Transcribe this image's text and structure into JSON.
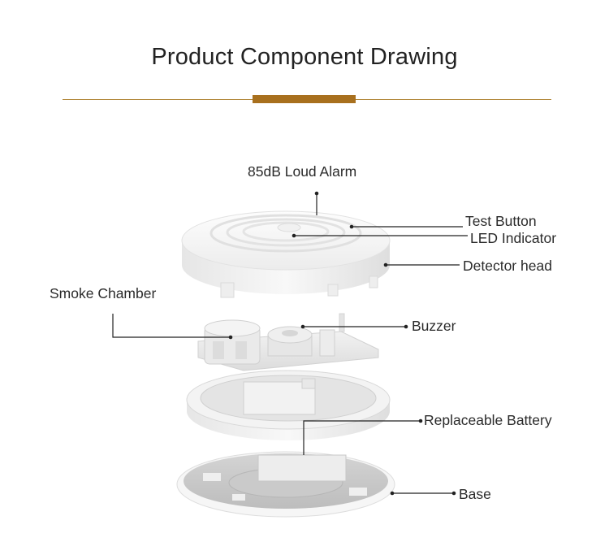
{
  "header": {
    "title": "Product Component Drawing",
    "accent_color": "#a8701e",
    "rule_color": "#b08535"
  },
  "labels": {
    "loud_alarm": "85dB Loud Alarm",
    "test_button": "Test Button",
    "led_indicator": "LED Indicator",
    "detector_head": "Detector head",
    "smoke_chamber": "Smoke Chamber",
    "buzzer": "Buzzer",
    "replaceable_battery": "Replaceable Battery",
    "base": "Base"
  }
}
